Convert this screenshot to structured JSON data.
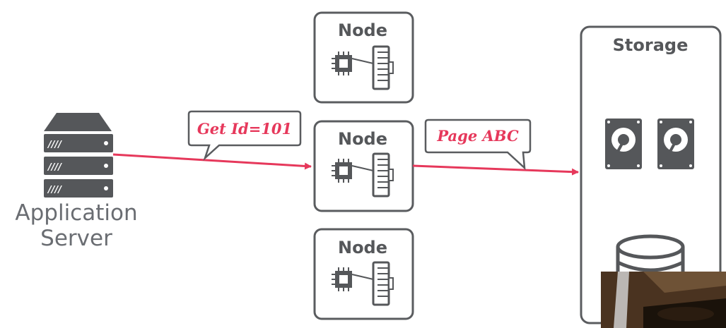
{
  "application_server": {
    "label_line1": "Application",
    "label_line2": "Server",
    "icon": "server-rack-icon"
  },
  "nodes": [
    {
      "title": "Node",
      "icon": "cpu-memory-icon"
    },
    {
      "title": "Node",
      "icon": "cpu-memory-icon"
    },
    {
      "title": "Node",
      "icon": "cpu-memory-icon"
    }
  ],
  "storage": {
    "title": "Storage",
    "disk_icons": [
      "hard-disk-icon",
      "hard-disk-icon"
    ],
    "database_icon": "database-icon"
  },
  "messages": {
    "request": "Get Id=101",
    "response": "Page ABC"
  },
  "colors": {
    "arrow": "#e6385b",
    "box_border": "#5a5c5f",
    "icon_fill": "#55575a",
    "text": "#55575a"
  },
  "video_overlay": {
    "description": "presenter-camera-thumbnail"
  }
}
